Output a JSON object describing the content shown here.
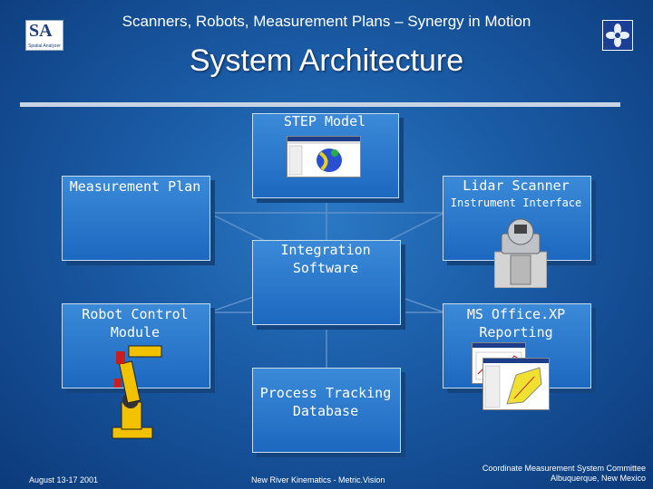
{
  "header": {
    "title": "Scanners, Robots, Measurement Plans – Synergy in Motion",
    "subtitle": "System Architecture"
  },
  "logos": {
    "left_logo": "SA",
    "left_logo_sub": "Spatial Analyzer"
  },
  "boxes": {
    "step_model": "STEP Model",
    "measurement_plan": "Measurement Plan",
    "lidar_scanner": "Lidar Scanner",
    "instrument_interface": "Instrument Interface",
    "integration_software": "Integration Software",
    "robot_control": "Robot Control Module",
    "ms_office": "MS Office.XP Reporting",
    "process_tracking": "Process Tracking Database"
  },
  "footer": {
    "date": "August 13-17 2001",
    "company": "New River Kinematics - Metric.Vision",
    "committee_line1": "Coordinate Measurement System Committee",
    "committee_line2": "Albuquerque, New Mexico"
  },
  "colors": {
    "background": "#1a5aa4",
    "box": "#2a7bd0",
    "box_shadow": "#15457f",
    "rule": "#c8d4e4"
  }
}
